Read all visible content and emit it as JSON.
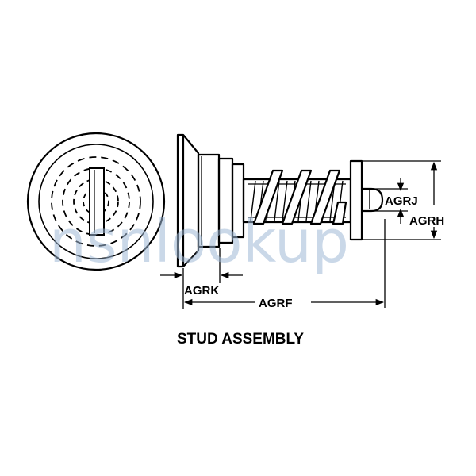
{
  "title": "STUD ASSEMBLY",
  "dimensions": {
    "agrk": "AGRK",
    "agrf": "AGRF",
    "agrj": "AGRJ",
    "agrh": "AGRH"
  },
  "watermark": "nsnlookup",
  "colors": {
    "line": "#000000",
    "background": "#ffffff",
    "watermark": "#9fb9d6"
  }
}
